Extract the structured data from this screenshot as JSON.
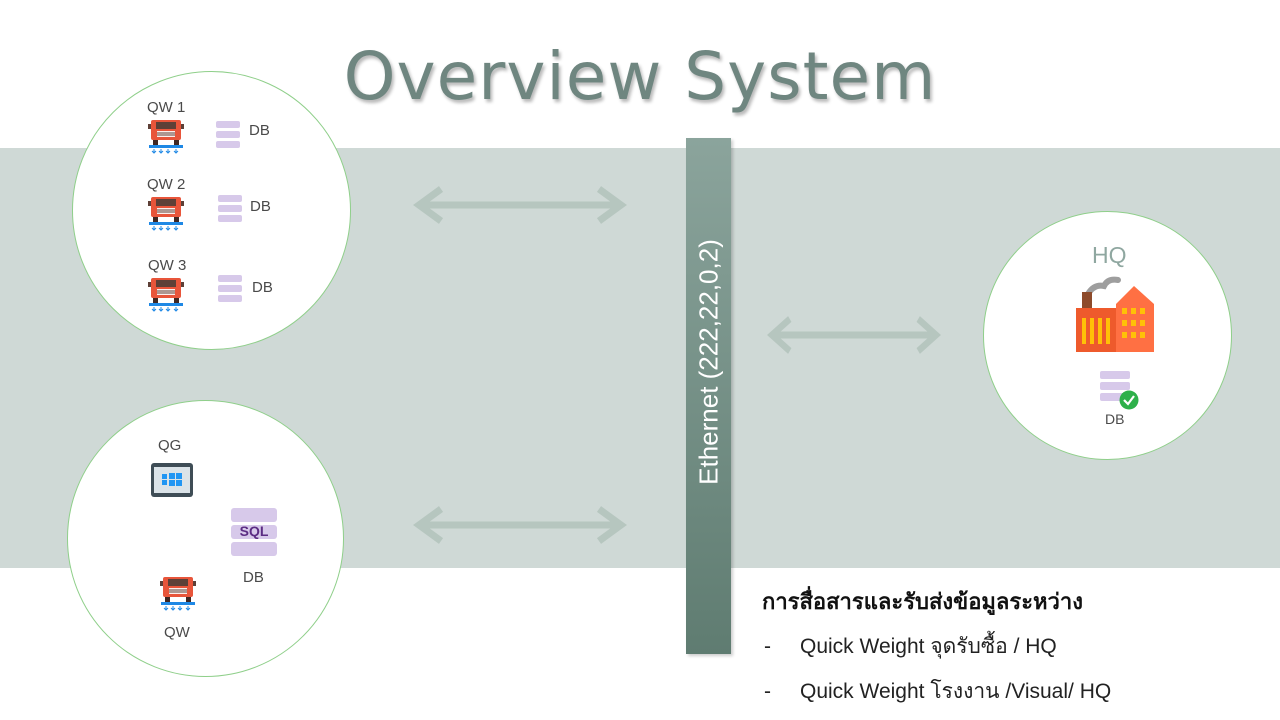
{
  "title": "Overview System",
  "network": {
    "bar_label": "Ethernet (222,22,0,2)"
  },
  "branch_group": {
    "stations": [
      {
        "name": "QW 1",
        "db": "DB"
      },
      {
        "name": "QW 2",
        "db": "DB"
      },
      {
        "name": "QW 3",
        "db": "DB"
      }
    ]
  },
  "factory_group": {
    "qg_label": "QG",
    "sql_text": "SQL",
    "db_label": "DB",
    "qw_label": "QW"
  },
  "hq": {
    "label": "HQ",
    "db_label": "DB"
  },
  "communication": {
    "title": "การสื่อสารและรับส่งข้อมูลระหว่าง",
    "items": [
      {
        "dash": "-",
        "text": "Quick Weight จุดรับซื้อ / HQ"
      },
      {
        "dash": "-",
        "text": "Quick Weight โรงงาน /Visual/ HQ"
      }
    ]
  },
  "icons": {
    "truck": "truck-scale-icon",
    "database": "database-icon",
    "tablet": "windows-tablet-icon",
    "sql": "sql-database-icon",
    "factory": "factory-icon",
    "check": "check-badge-icon",
    "arrow": "double-arrow-icon"
  },
  "colors": {
    "band": "#cfd9d6",
    "title": "#6f8680",
    "bar": "#6f8a80",
    "arrow": "#b6c6bf",
    "circle_border": "#8fcf8a",
    "truck": "#e8553a",
    "database": "#d7c9ea",
    "factory": "#ee5a2c",
    "check": "#2eb04a"
  }
}
